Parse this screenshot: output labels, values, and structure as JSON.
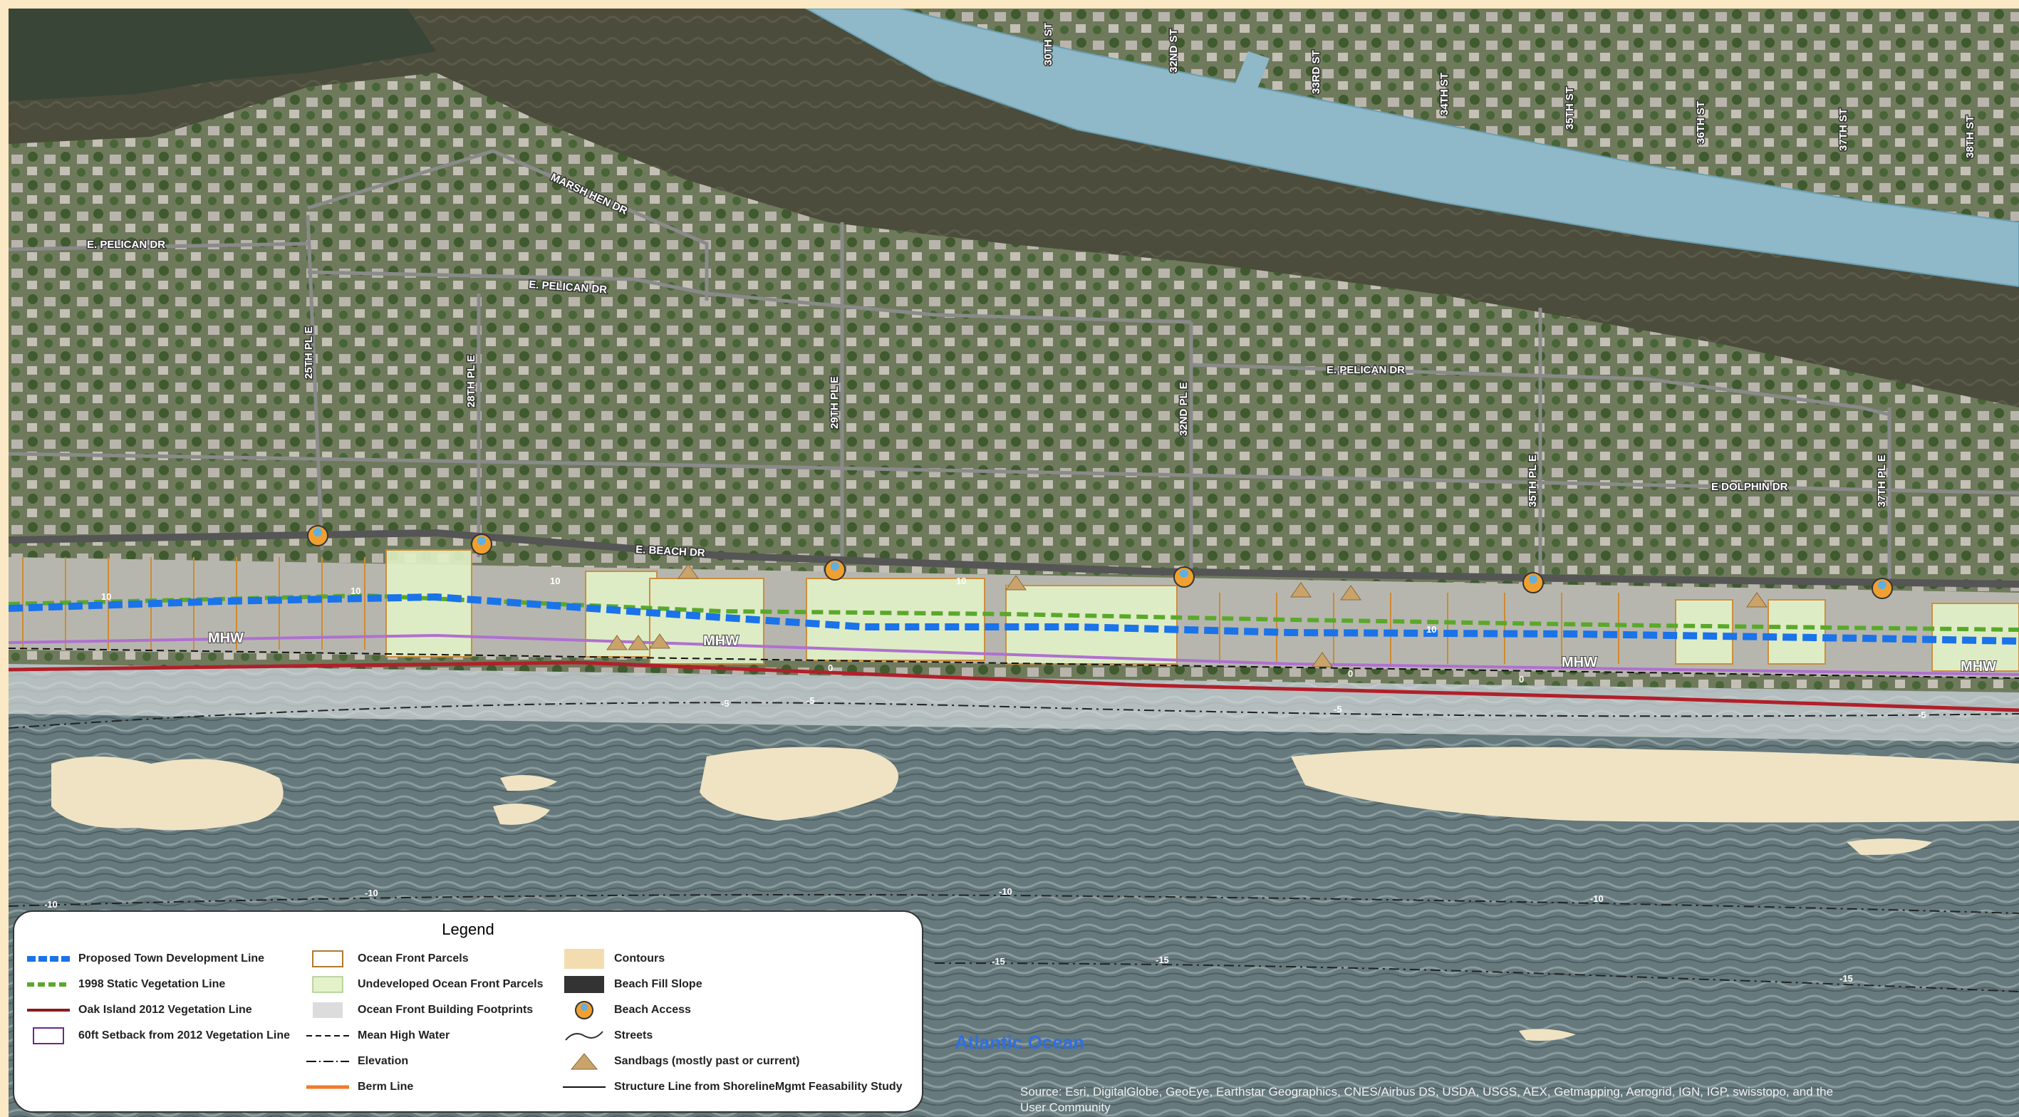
{
  "map": {
    "colors": {
      "water_channel": "#8fb8c8",
      "marsh": "#4a4a3a",
      "vegetation": "#3e5a2e",
      "ocean": "#5b6f74",
      "sand": "#efe3c3",
      "town_dev_line": "#1a73e8",
      "veg_1998": "#5aa82a",
      "veg_2012": "#b0202a",
      "setback": "#b070d0",
      "berm": "#f07a2a",
      "parcel": "#d08a30",
      "undeveloped": "#e3f2c8",
      "contour_fill": "#f3ddb0"
    },
    "street_labels": {
      "marsh_hen": "MARSH HEN DR",
      "pelican_w": "E. PELICAN DR",
      "pelican_mid": "E. PELICAN DR",
      "pelican_e": "E. PELICAN DR",
      "dolphin": "E DOLPHIN DR",
      "beach": "E. BEACH DR",
      "pl_1": "25TH PL E",
      "pl_2": "28TH PL E",
      "pl_3": "29TH PL E",
      "pl_4": "32ND PL E",
      "pl_5": "35TH PL E",
      "pl_6": "37TH PL E",
      "st_1": "30TH ST",
      "st_2": "32ND ST",
      "st_3": "33RD ST",
      "st_4": "34TH ST",
      "st_5": "35TH ST",
      "st_6": "36TH ST",
      "st_7": "37TH ST",
      "st_8": "38TH ST"
    },
    "mhw_label": "MHW",
    "contour_labels": {
      "c10": "10",
      "c0": "0",
      "cm5": "-5",
      "cm10": "-10",
      "cm15": "-15"
    },
    "ocean_label": "Atlantic Ocean",
    "credit_line1": "Source: Esri, DigitalGlobe, GeoEye, Earthstar Geographics, CNES/Airbus DS, USDA, USGS, AEX, Getmapping, Aerogrid, IGN, IGP, swisstopo, and the",
    "credit_line2": "User Community"
  },
  "legend": {
    "title": "Legend",
    "col1": [
      {
        "label": "Proposed Town Development Line",
        "symbol": "dashed-blue-line"
      },
      {
        "label": "1998 Static Vegetation Line",
        "symbol": "dashed-green-line"
      },
      {
        "label": "Oak Island 2012 Vegetation Line",
        "symbol": "red-line"
      },
      {
        "label": "60ft Setback from 2012 Vegetation Line",
        "symbol": "purple-box"
      }
    ],
    "col2": [
      {
        "label": "Ocean Front Parcels",
        "symbol": "orange-outline-box"
      },
      {
        "label": "Undeveloped Ocean Front Parcels",
        "symbol": "green-fill-box"
      },
      {
        "label": "Ocean Front Building Footprints",
        "symbol": "gray-fill-box"
      },
      {
        "label": "Mean High Water",
        "symbol": "black-dashed-line"
      },
      {
        "label": "Elevation",
        "symbol": "dash-dot-line"
      },
      {
        "label": "Berm Line",
        "symbol": "orange-line"
      }
    ],
    "col3": [
      {
        "label": "Contours",
        "symbol": "tan-fill-box"
      },
      {
        "label": "Beach Fill Slope",
        "symbol": "dark-fill-box"
      },
      {
        "label": "Beach Access",
        "symbol": "beach-access-icon"
      },
      {
        "label": "Streets",
        "symbol": "curve-line"
      },
      {
        "label": "Sandbags (mostly past or current)",
        "symbol": "sandbag-icon"
      },
      {
        "label": "Structure Line from ShorelineMgmt Feasability Study",
        "symbol": "solid-black-line"
      }
    ]
  }
}
